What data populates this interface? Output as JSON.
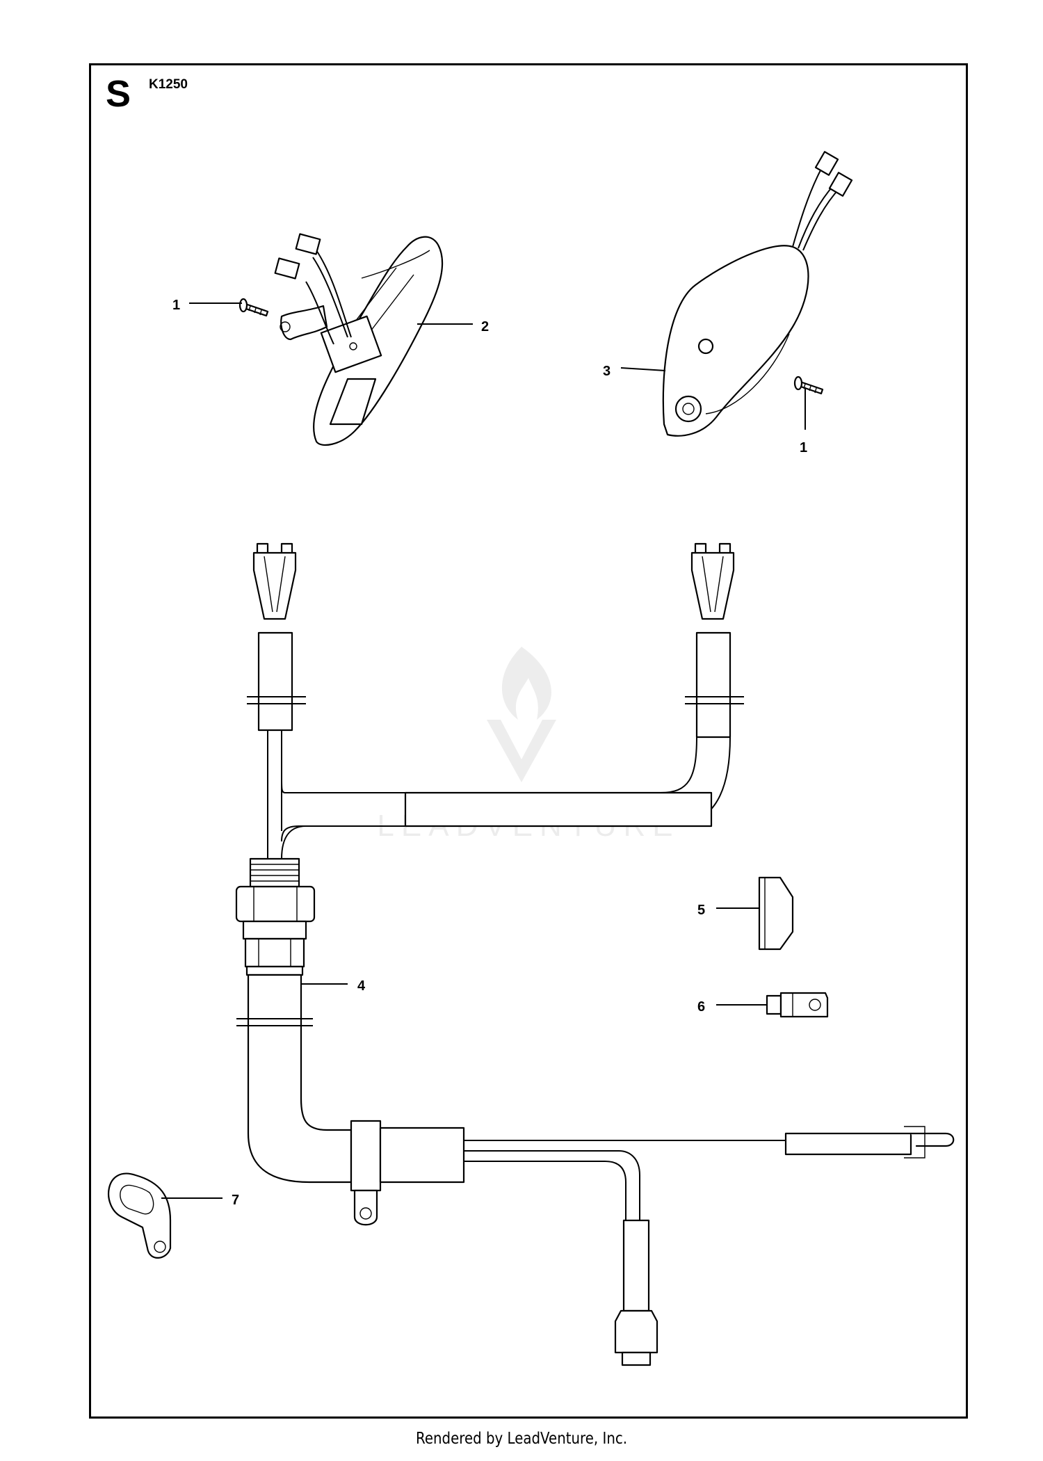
{
  "header": {
    "section_letter": "S",
    "diagram_code": "K1250"
  },
  "callouts": [
    {
      "id": "1a",
      "label": "1"
    },
    {
      "id": "2",
      "label": "2"
    },
    {
      "id": "3",
      "label": "3"
    },
    {
      "id": "1b",
      "label": "1"
    },
    {
      "id": "5",
      "label": "5"
    },
    {
      "id": "4",
      "label": "4"
    },
    {
      "id": "6",
      "label": "6"
    },
    {
      "id": "7",
      "label": "7"
    }
  ],
  "watermark": {
    "text": "LEADVENTURE"
  },
  "footer": {
    "text": "Rendered by LeadVenture, Inc."
  }
}
